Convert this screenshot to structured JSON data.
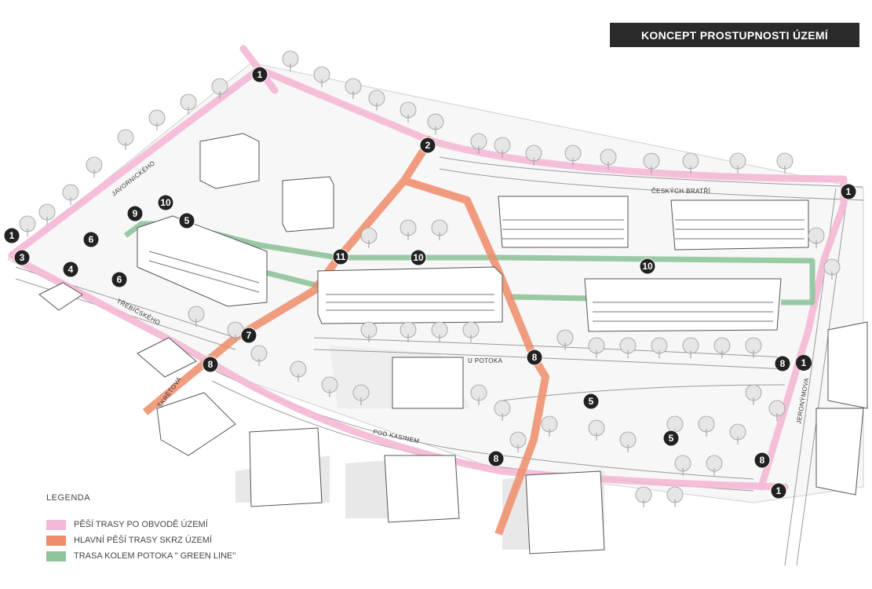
{
  "title": "KONCEPT PROSTUPNOSTI ÚZEMÍ",
  "colors": {
    "perimeter": "#f4b8d6",
    "main": "#ef8c6a",
    "green": "#8fc49a",
    "marker": "#222222",
    "title_bg": "#2a2a2a"
  },
  "legend": {
    "title": "LEGENDA",
    "items": [
      {
        "label": "PĚŠÍ TRASY PO OBVODĚ ÚZEMÍ",
        "color": "#f4b8d6"
      },
      {
        "label": "HLAVNÍ PĚŠÍ TRASY SKRZ ÚZEMÍ",
        "color": "#ef8c6a"
      },
      {
        "label": "TRASA KOLEM POTOKA \" GREEN LINE\"",
        "color": "#8fc49a"
      }
    ]
  },
  "streets": {
    "ceskych_bratri": "ČESKÝCH BRATŘÍ",
    "u_potoka": "U POTOKA",
    "pod_kasinem": "POD KASINEM",
    "trebicskeho": "TŘEBÍČSKÉHO",
    "skretova": "ŠKRÉTOVA",
    "jeronymova": "JERONÝMOVA",
    "javornickeho": "JAVORNICKÉHO"
  },
  "markers": [
    "1",
    "1",
    "1",
    "1",
    "2",
    "3",
    "4",
    "5",
    "5",
    "5",
    "6",
    "6",
    "7",
    "8",
    "8",
    "8",
    "8",
    "8",
    "9",
    "10",
    "10",
    "10",
    "11"
  ]
}
